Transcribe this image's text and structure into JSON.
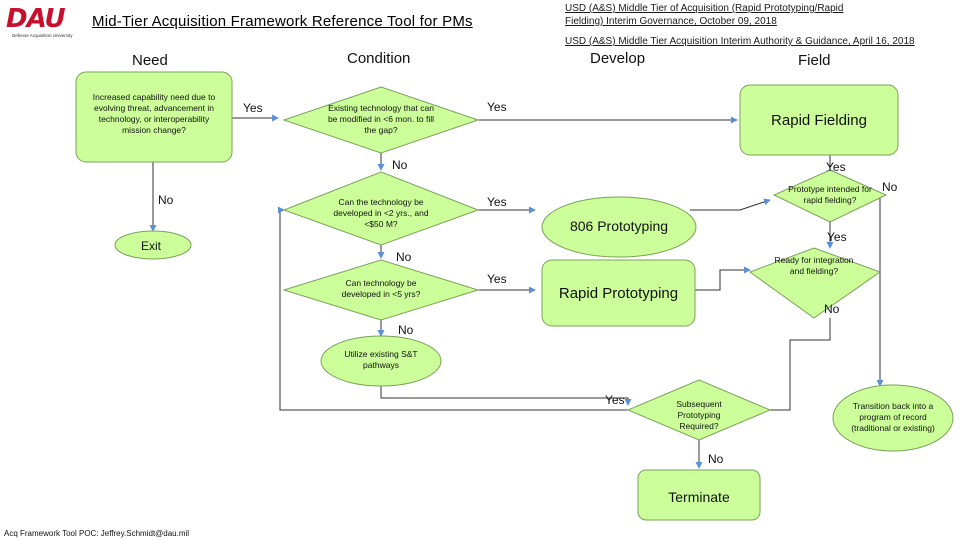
{
  "header": {
    "logo_text": "DAU",
    "logo_subtext": "Defense Acquisition University",
    "title": "Mid-Tier Acquisition Framework Reference Tool for PMs",
    "link1_line1": "USD (A&S) Middle Tier of Acquisition (Rapid Prototyping/Rapid",
    "link1_line2": "Fielding) Interim Governance, October 09, 2018",
    "link2": "USD (A&S) Middle Tier Acquisition Interim Authority & Guidance, April 16, 2018"
  },
  "columns": {
    "need": "Need",
    "condition": "Condition",
    "develop": "Develop",
    "field": "Field"
  },
  "nodes": {
    "need_q": "Increased capability need due to evolving threat, advancement in technology, or interoperability mission change?",
    "cond1": "Existing technology that can be modified in <6 mon. to fill the gap?",
    "cond2": "Can the technology be developed in <2 yrs., and <$50 M?",
    "cond3": "Can technology be developed in <5 yrs?",
    "utilize": "Utilize existing S&T pathways",
    "rapid_fielding": "Rapid Fielding",
    "proto806": "806 Prototyping",
    "rapid_proto": "Rapid Prototyping",
    "proto_intended": "Prototype intended for rapid fielding?",
    "ready": "Ready for integration and fielding?",
    "subsequent": "Subsequent Prototyping Required?",
    "transition": "Transition back into a program of record (traditional or existing)",
    "terminate": "Terminate",
    "exit": "Exit"
  },
  "edge_labels": {
    "need_yes": "Yes",
    "need_no": "No",
    "c1_yes": "Yes",
    "c1_no": "No",
    "c2_yes": "Yes",
    "c2_no": "No",
    "c3_yes": "Yes",
    "c3_no": "No",
    "rf_yes": "Yes",
    "pi_no": "No",
    "pi_yes": "Yes",
    "ready_no": "No",
    "sub_yes": "Yes",
    "sub_no": "No"
  },
  "footer": "Acq Framework Tool POC: Jeffrey.Schmidt@dau.mil",
  "colors": {
    "fill": "#ccff99",
    "stroke": "#7aa05a",
    "line": "#333333",
    "arrow": "#5b8fd6"
  }
}
